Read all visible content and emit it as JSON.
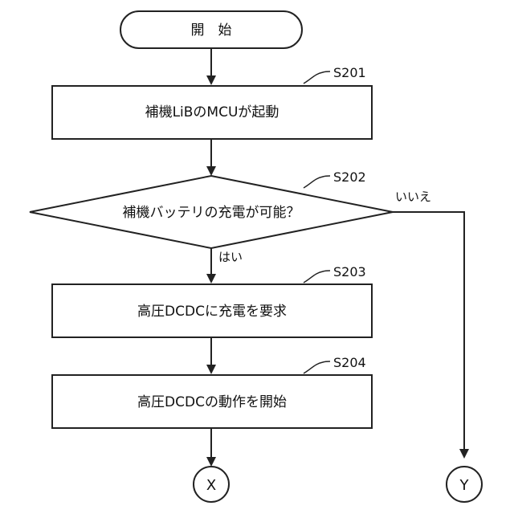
{
  "flowchart": {
    "start": {
      "label": "開　始"
    },
    "steps": [
      {
        "id": "S201",
        "label": "補機LiBのMCUが起動"
      },
      {
        "id": "S202",
        "label": "補機バッテリの充電が可能？"
      },
      {
        "id": "S203",
        "label": "高圧DCDCに充電を要求"
      },
      {
        "id": "S204",
        "label": "高圧DCDCの動作を開始"
      }
    ],
    "branches": {
      "yes": "はい",
      "no": "いいえ"
    },
    "connectors": {
      "x": "X",
      "y": "Y"
    }
  }
}
